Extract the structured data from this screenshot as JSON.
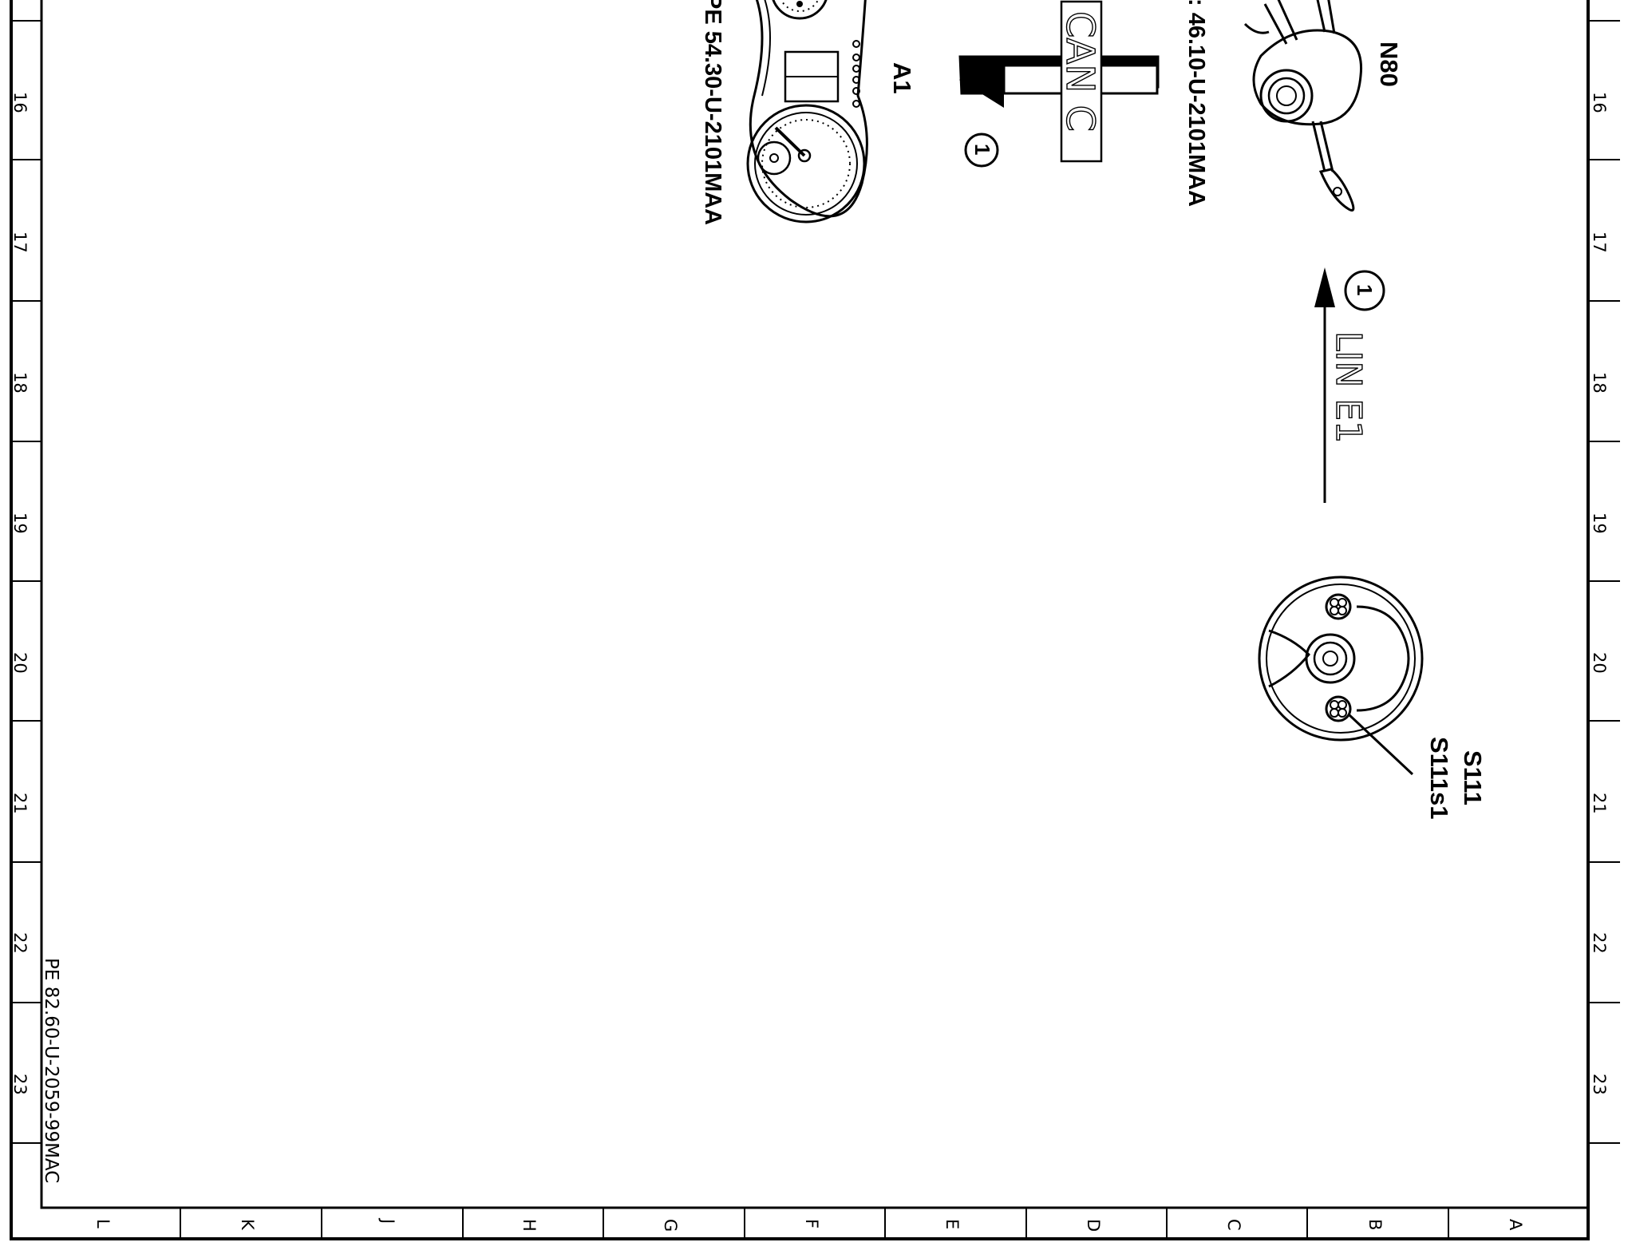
{
  "sheet": {
    "row_numbers": [
      "16",
      "17",
      "18",
      "19",
      "20",
      "21",
      "22",
      "23"
    ],
    "column_letters": [
      "L",
      "K",
      "J",
      "H",
      "G",
      "F",
      "E",
      "D",
      "C",
      "B",
      "A"
    ],
    "document_id": "PE 82.60-U-2059-99MAC"
  },
  "components": {
    "instrument_cluster": {
      "code": "A1",
      "reference": "PE 54.30-U-2101MAA"
    },
    "steering_column_switch": {
      "code": "N80",
      "reference": ": 46.10-U-2101MAA"
    },
    "steering_wheel": {
      "code": "S111",
      "subcode": "S111s1"
    }
  },
  "connections": {
    "can_bus": {
      "label": "CAN C",
      "marker": "1"
    },
    "lin_bus": {
      "label": "LIN E1",
      "marker": "1"
    }
  }
}
